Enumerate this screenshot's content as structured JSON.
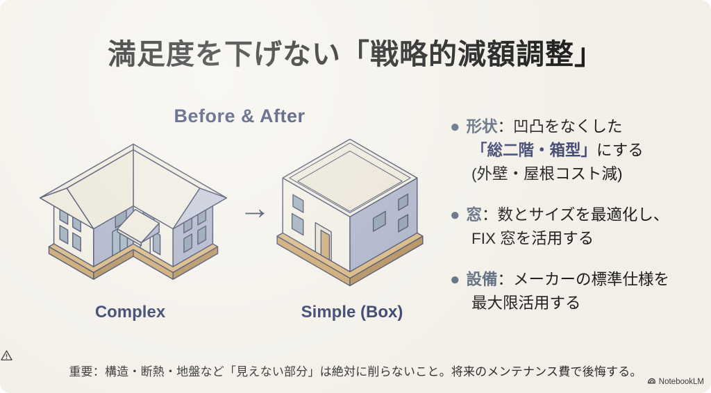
{
  "slide": {
    "title": "満足度を下げない「戦略的減額調整」",
    "diagram": {
      "heading": "Before & After",
      "arrow": "→",
      "before_label": "Complex",
      "after_label": "Simple (Box)",
      "before_illustration": "complex L-shaped two-story house with gabled roof",
      "after_illustration": "simple box-shaped two-story house with flat roof"
    },
    "bullets": [
      {
        "keyword": "形状",
        "after_keyword": "：凹凸をなくした",
        "line2_highlight": "「総二階・箱型」",
        "line2_rest": "にする",
        "line3": "(外壁・屋根コスト減)"
      },
      {
        "keyword": "窓",
        "after_keyword": "：数とサイズを最適化し、",
        "line2": "FIX 窓を活用する"
      },
      {
        "keyword": "設備",
        "after_keyword": "：メーカーの標準仕様を",
        "line2": "最大限活用する"
      }
    ],
    "footer": {
      "label": "重要",
      "text": "：構造・断熱・地盤など「見えない部分」は絶対に削らないこと。将来のメンテナンス費で後悔する。"
    },
    "branding": {
      "name": "NotebookLM"
    }
  },
  "colors": {
    "slide_bg": "#f6f3ec",
    "title_text": "#161616",
    "navy_heading": "#2f3a66",
    "slate_keyword": "#5d6c80",
    "highlight_navy": "#3d4573",
    "body_text": "#1c1c1c",
    "outline_navy": "#3e4565",
    "wall_cream": "#f2efe4",
    "wall_blue_gray": "#aab1c7",
    "window_blue": "#9aabb8",
    "base_tan": "#d8b57c"
  }
}
